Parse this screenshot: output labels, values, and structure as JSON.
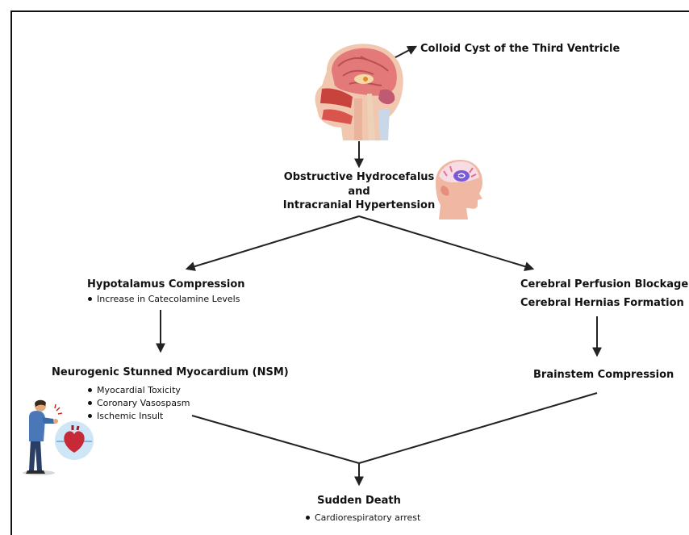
{
  "title_top": "Colloid Cyst of the Third Ventricle",
  "hydro": {
    "line1": "Obstructive Hydrocefalus",
    "line2": "and",
    "line3": "Intracranial Hypertension"
  },
  "left_branch": {
    "title": "Hypotalamus Compression",
    "bullets": [
      "Increase in Catecolamine Levels"
    ]
  },
  "right_branch": {
    "line1": "Cerebral Perfusion Blockage",
    "line2": "Cerebral Hernias Formation"
  },
  "nsm": {
    "title": "Neurogenic Stunned Myocardium (NSM)",
    "bullets": [
      "Myocardial Toxicity",
      "Coronary Vasospasm",
      "Ischemic Insult"
    ]
  },
  "brainstem": {
    "title": "Brainstem Compression"
  },
  "death": {
    "title": "Sudden Death",
    "bullets": [
      "Cardiorespiratory arrest"
    ]
  },
  "illustrations": {
    "brain": "brain-sagittal-section-illustration",
    "head": "head-profile-brain-illustration",
    "person": "person-chest-pain-illustration",
    "heart": "heart-icon"
  },
  "colors": {
    "line": "#222222",
    "text": "#111111"
  }
}
